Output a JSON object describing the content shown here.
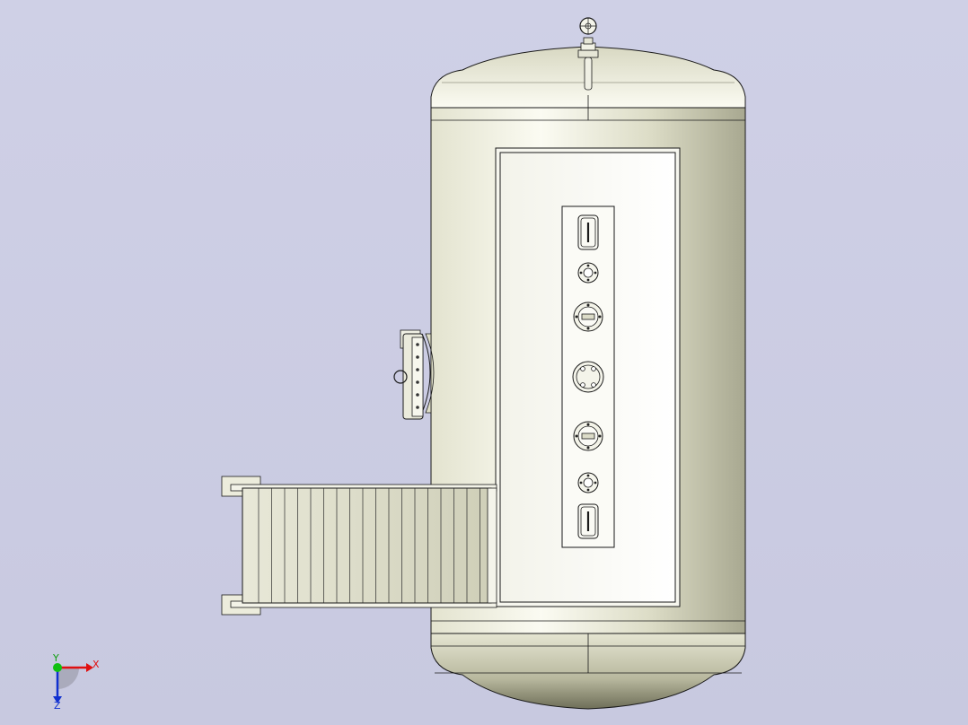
{
  "viewport": {
    "background_color": "#cbcce2",
    "model_colors": {
      "shell_light": "#f6f6ec",
      "shell_mid": "#d9d9c4",
      "shell_dark": "#8f8f78",
      "outline": "#1a1a1a"
    }
  },
  "model": {
    "components": [
      "vessel-shell",
      "top-head",
      "bottom-head",
      "top-valve",
      "saddle-plate",
      "nozzle-panel",
      "side-manway",
      "ladder-platform"
    ],
    "nozzles": [
      {
        "type": "sight-glass"
      },
      {
        "type": "small-flange"
      },
      {
        "type": "large-flange"
      },
      {
        "type": "manhole-flange"
      },
      {
        "type": "large-flange"
      },
      {
        "type": "small-flange"
      },
      {
        "type": "sight-glass"
      }
    ]
  },
  "triad": {
    "x_label": "X",
    "y_label": "Y",
    "z_label": "Z",
    "x_color": "#e01010",
    "y_color": "#10c010",
    "z_color": "#1030d0"
  }
}
